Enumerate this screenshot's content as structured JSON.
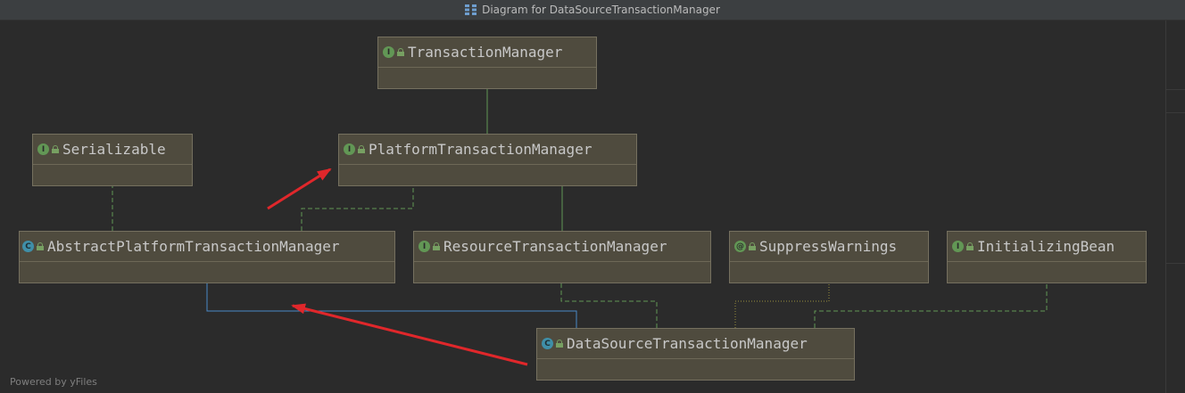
{
  "window": {
    "title": "Diagram for DataSourceTransactionManager"
  },
  "nodes": {
    "transaction_manager": {
      "name": "TransactionManager",
      "kind": "interface",
      "badge": "I"
    },
    "serializable": {
      "name": "Serializable",
      "kind": "interface",
      "badge": "I"
    },
    "platform_transaction_manager": {
      "name": "PlatformTransactionManager",
      "kind": "interface",
      "badge": "I"
    },
    "abstract_platform_transaction_manager": {
      "name": "AbstractPlatformTransactionManager",
      "kind": "abstract-class",
      "badge": "C"
    },
    "resource_transaction_manager": {
      "name": "ResourceTransactionManager",
      "kind": "interface",
      "badge": "I"
    },
    "suppress_warnings": {
      "name": "SuppressWarnings",
      "kind": "annotation",
      "badge": "@"
    },
    "initializing_bean": {
      "name": "InitializingBean",
      "kind": "interface",
      "badge": "I"
    },
    "data_source_transaction_manager": {
      "name": "DataSourceTransactionManager",
      "kind": "class",
      "badge": "C"
    }
  },
  "edges": [
    {
      "from": "platform_transaction_manager",
      "to": "transaction_manager",
      "type": "extends"
    },
    {
      "from": "abstract_platform_transaction_manager",
      "to": "serializable",
      "type": "implements"
    },
    {
      "from": "abstract_platform_transaction_manager",
      "to": "platform_transaction_manager",
      "type": "implements"
    },
    {
      "from": "resource_transaction_manager",
      "to": "platform_transaction_manager",
      "type": "extends"
    },
    {
      "from": "data_source_transaction_manager",
      "to": "abstract_platform_transaction_manager",
      "type": "extends"
    },
    {
      "from": "data_source_transaction_manager",
      "to": "resource_transaction_manager",
      "type": "implements"
    },
    {
      "from": "data_source_transaction_manager",
      "to": "suppress_warnings",
      "type": "annotated"
    },
    {
      "from": "data_source_transaction_manager",
      "to": "initializing_bean",
      "type": "implements"
    }
  ],
  "colors": {
    "extends_interface": "#629755",
    "extends_class": "#4a88c7",
    "annotation_arrow": "#e0272b",
    "node_fill": "#4f4b3e"
  },
  "footer": {
    "text": "Powered by yFiles"
  }
}
